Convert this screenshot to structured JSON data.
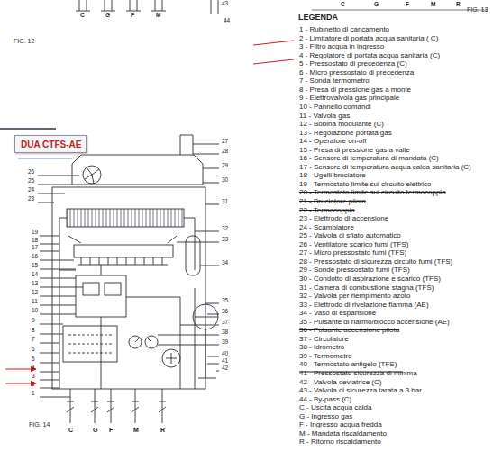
{
  "diagram": {
    "nodes": [
      {
        "text": [
          "DUA CTFS-AE"
        ]
      }
    ],
    "labels": [
      "FIG. 12",
      "FIG. 14",
      "FIG. 13",
      "LEGENDA",
      "26",
      "25",
      "24",
      "23",
      "19",
      "18",
      "17",
      "16",
      "15",
      "14",
      "13",
      "12",
      "11",
      "10",
      "9",
      "8",
      "7",
      "6",
      "5",
      "4",
      "3",
      "2",
      "1",
      "27",
      "28",
      "29",
      "30",
      "31",
      "32",
      "33",
      "34",
      "35",
      "36",
      "37",
      "38",
      "39",
      "40",
      "41",
      "42",
      "43",
      "44",
      "C",
      "G",
      "F",
      "M",
      "R",
      "C",
      "G",
      "F",
      "M",
      "C",
      "G",
      "F",
      "M",
      "R"
    ],
    "legend": [
      {
        "text": "1 - Rubinetto di caricamento"
      },
      {
        "text": "2 - Limitatore di portata acqua sanitaria ( C)"
      },
      {
        "text": "3 - Filtro acqua in ingresso"
      },
      {
        "text": "4 - Regolatore di portata acqua sanitaria (C)"
      },
      {
        "text": "5 - Pressostato di precedenza (C)"
      },
      {
        "text": "6 - Micro pressostato di precedenza"
      },
      {
        "text": "7 - Sonda termometro"
      },
      {
        "text": "8 - Presa di pressione gas a monte"
      },
      {
        "text": "9 - Elettrovalvola gas principale"
      },
      {
        "text": "10 - Pannello comandi"
      },
      {
        "text": "11 - Valvola gas"
      },
      {
        "text": "12 - Bobina modulante (C)"
      },
      {
        "text": "13 - Regolazione portata gas"
      },
      {
        "text": "14 - Operatore on-off"
      },
      {
        "text": "15 - Presa di pressione gas a valle"
      },
      {
        "text": "16 - Sensore di temperatura di mandata (C)"
      },
      {
        "text": "17 - Sensore di temperatura acqua calda sanitaria (C)"
      },
      {
        "text": "18 - Ugelli bruciatore"
      },
      {
        "text": "19 - Termostato limite sul circuito elettrico"
      },
      {
        "text": "20 - Termostato limite sul circuito termocoppia"
      },
      {
        "text": "21 - Bruciatore pilota"
      },
      {
        "text": "22 - Termocoppia"
      },
      {
        "text": "23 - Elettrodo di accensione"
      },
      {
        "text": "24 - Scambiatore"
      },
      {
        "text": "25 - Valvola di sfiato automatico"
      },
      {
        "text": "26 - Ventilatore scarico fumi (TFS)"
      },
      {
        "text": "27 - Micro pressostato fumi (TFS)"
      },
      {
        "text": "28 - Pressostato di sicurezza circuito fumi (TFS)"
      },
      {
        "text": "29 - Sonde pressostato fumi (TFS)"
      },
      {
        "text": "30 - Condotto di aspirazione e scarico (TFS)"
      },
      {
        "text": "31 - Camera di combustione stagna (TFS)"
      },
      {
        "text": "32 - Valvola per riempimento azoto"
      },
      {
        "text": "33 - Elettrodo di rivelazione fiamma (AE)"
      },
      {
        "text": "34 - Vaso di espansione"
      },
      {
        "text": "35 - Pulsante di riarmo/blocco accensione (AE)"
      },
      {
        "text": "36 - Pulsante accensione pilota"
      },
      {
        "text": "37 - Circolatore"
      },
      {
        "text": "38 - Idrometro"
      },
      {
        "text": "39 - Termometro"
      },
      {
        "text": "40 - Termostato antigelo (TFS)"
      },
      {
        "text": "41 - Pressostato sicurezza di minima"
      },
      {
        "text": "42 - Valvola deviatrice (C)"
      },
      {
        "text": "43 - Valvola di sicurezza tarata a 3 bar"
      },
      {
        "text": "44 - By-pass (C)"
      },
      {
        "text": "C - Uscita acqua calda"
      },
      {
        "text": "G - Ingresso gas"
      },
      {
        "text": "F - Ingresso acqua fredda"
      },
      {
        "text": "M - Mandata riscaldamento"
      },
      {
        "text": "R - Ritorno riscaldamento"
      }
    ]
  }
}
